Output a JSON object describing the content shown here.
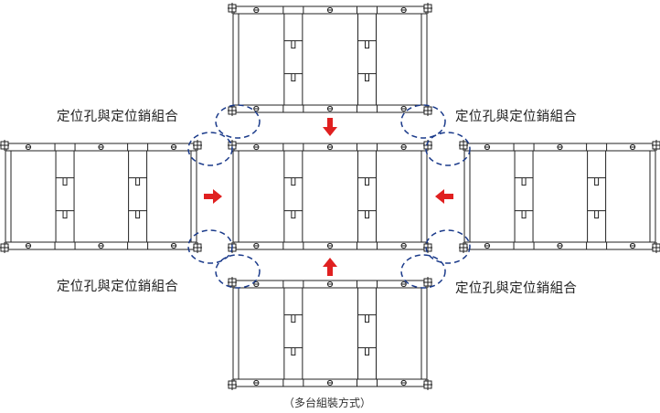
{
  "labels": {
    "top_left": "定位孔與定位銷組合",
    "top_right": "定位孔與定位銷組合",
    "bottom_left": "定位孔與定位銷組合",
    "bottom_right": "定位孔與定位銷組合"
  },
  "caption": "（多台組裝方式）",
  "colors": {
    "arrow": "#e02020",
    "dash": "#1a3a8a",
    "line": "#222222"
  }
}
